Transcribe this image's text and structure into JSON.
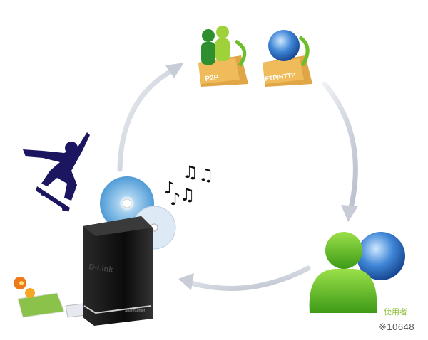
{
  "nodes": {
    "p2p": {
      "label": "P2P"
    },
    "ftp_http": {
      "label": "FTP/HTTP"
    },
    "nas": {
      "brand": "D-Link",
      "model": "ShareCenter"
    },
    "user": {
      "label": "使用者"
    }
  },
  "watermark": "※10648",
  "colors": {
    "arrow": "#d3d6de",
    "folder": "#e0a545",
    "green": "#6cbf2a",
    "disc": "#7fbde6"
  }
}
